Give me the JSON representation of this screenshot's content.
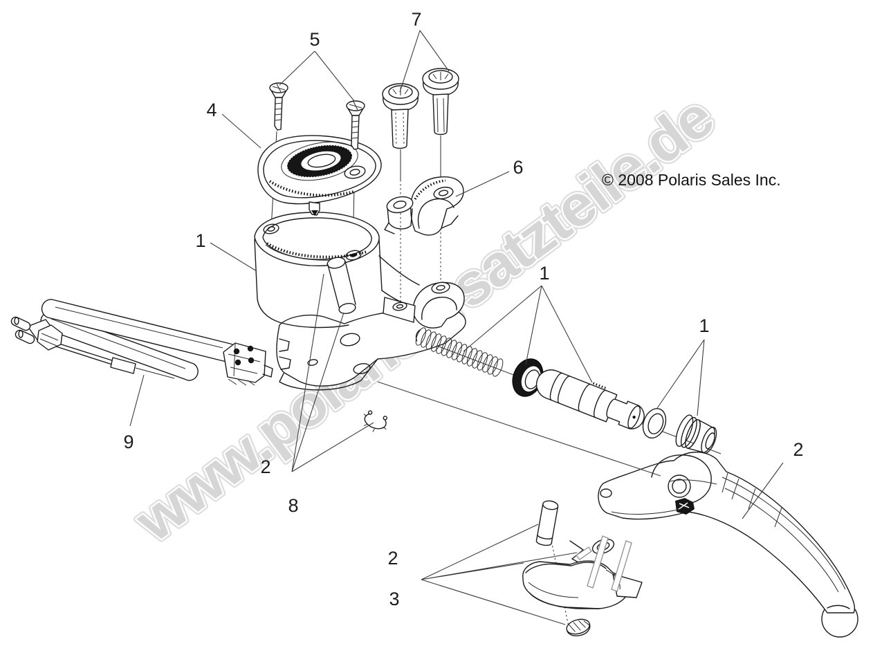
{
  "watermark": {
    "text": "www.polarisersatzteile.de",
    "fill": "#d6d6d6",
    "halo": "#dedede"
  },
  "copyright": "© 2008 Polaris Sales Inc.",
  "ink": "#1a1a1a",
  "callouts": {
    "label_7": "7",
    "label_5": "5",
    "label_4": "4",
    "label_6": "6",
    "label_1a": "1",
    "label_1b": "1",
    "label_1c": "1",
    "label_9": "9",
    "label_2a": "2",
    "label_8": "8",
    "label_2b": "2",
    "label_2c": "2",
    "label_3": "3"
  }
}
